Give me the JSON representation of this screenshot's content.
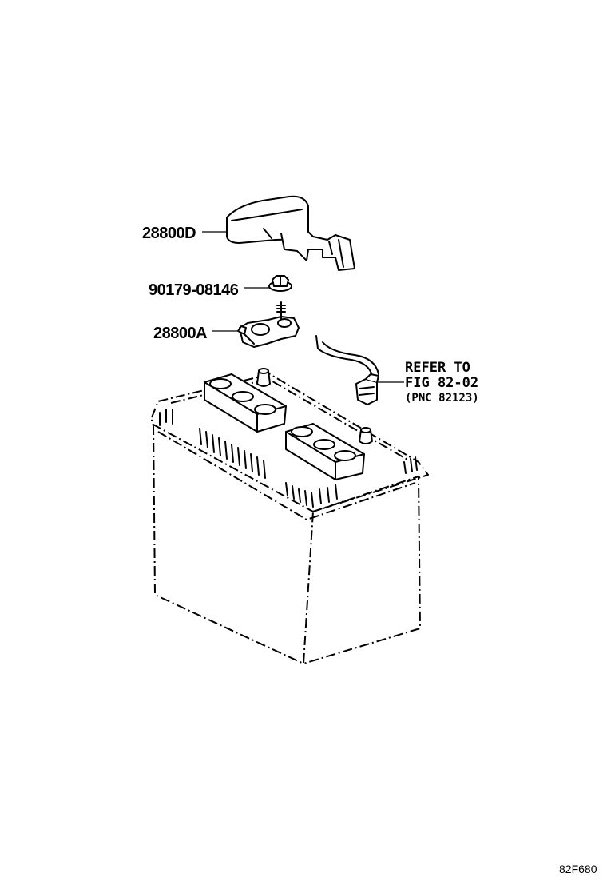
{
  "parts": {
    "cover": {
      "number": "28800D"
    },
    "nut": {
      "number": "90179-08146"
    },
    "clamp": {
      "number": "28800A"
    }
  },
  "reference": {
    "line1": "REFER TO",
    "line2": "FIG 82-02",
    "line3": "(PNC 82123)"
  },
  "figure_code": "82F680"
}
